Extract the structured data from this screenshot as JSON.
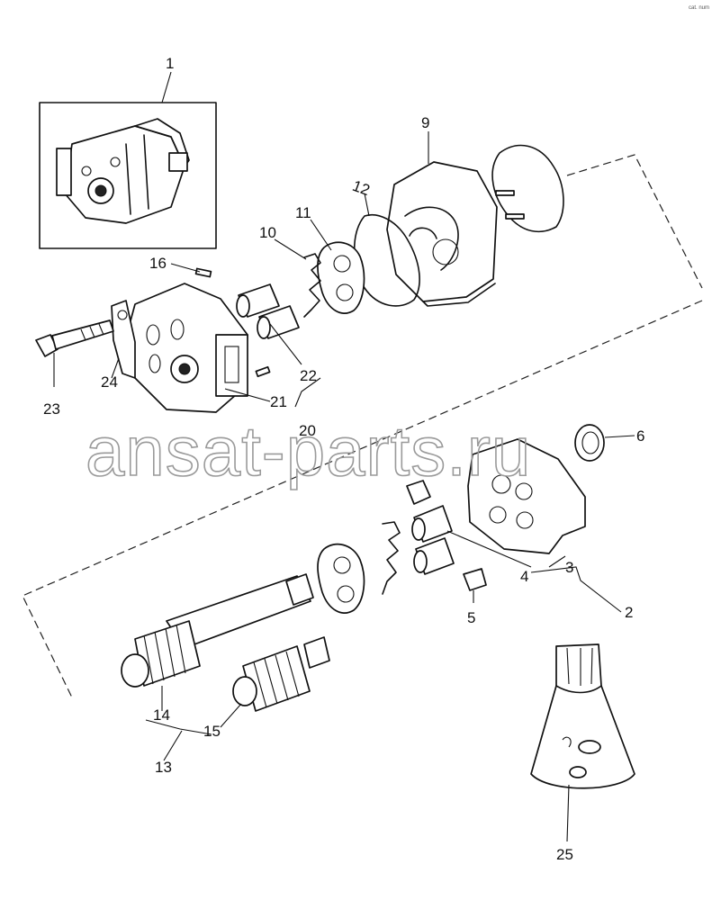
{
  "corner_mark": "cat. num",
  "watermark": "ansat-parts.ru",
  "callouts": {
    "c1": "1",
    "c2": "2",
    "c3": "3",
    "c4": "4",
    "c5": "5",
    "c6": "6",
    "c9": "9",
    "c10": "10",
    "c11": "11",
    "c12": "12",
    "c13": "13",
    "c14": "14",
    "c15": "15",
    "c16": "16",
    "c20": "20",
    "c21": "21",
    "c22": "22",
    "c23": "23",
    "c24": "24",
    "c25": "25"
  },
  "colors": {
    "ink": "#111111",
    "watermark": "#9a9a9a",
    "paper": "#ffffff"
  }
}
